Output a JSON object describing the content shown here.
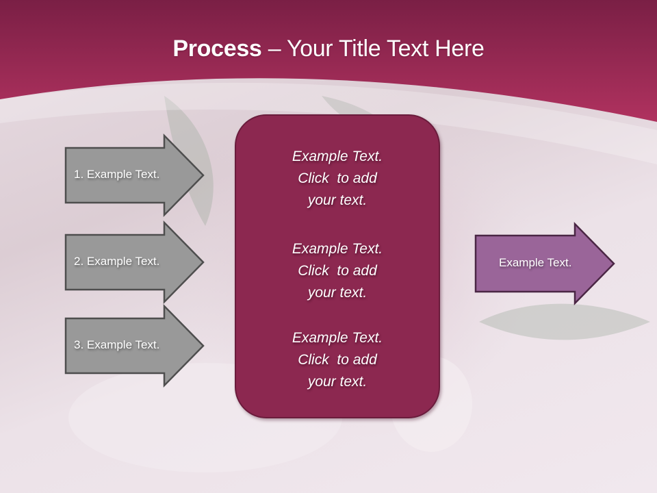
{
  "slide": {
    "title_bold": "Process",
    "title_rest": " – Your Title Text Here",
    "colors": {
      "header": "#a52d5a",
      "center_box": "#8c2850",
      "input_arrow": "#999999",
      "output_arrow": "#9a6599"
    }
  },
  "inputs": [
    {
      "label": "1. Example Text."
    },
    {
      "label": "2. Example Text."
    },
    {
      "label": "3. Example Text."
    }
  ],
  "center": {
    "blocks": [
      {
        "line1": "Example Text.",
        "line2": "Click  to add",
        "line3": "your text."
      },
      {
        "line1": "Example Text.",
        "line2": "Click  to add",
        "line3": "your text."
      },
      {
        "line1": "Example Text.",
        "line2": "Click  to add",
        "line3": "your text."
      }
    ]
  },
  "output": {
    "label": "Example Text."
  }
}
